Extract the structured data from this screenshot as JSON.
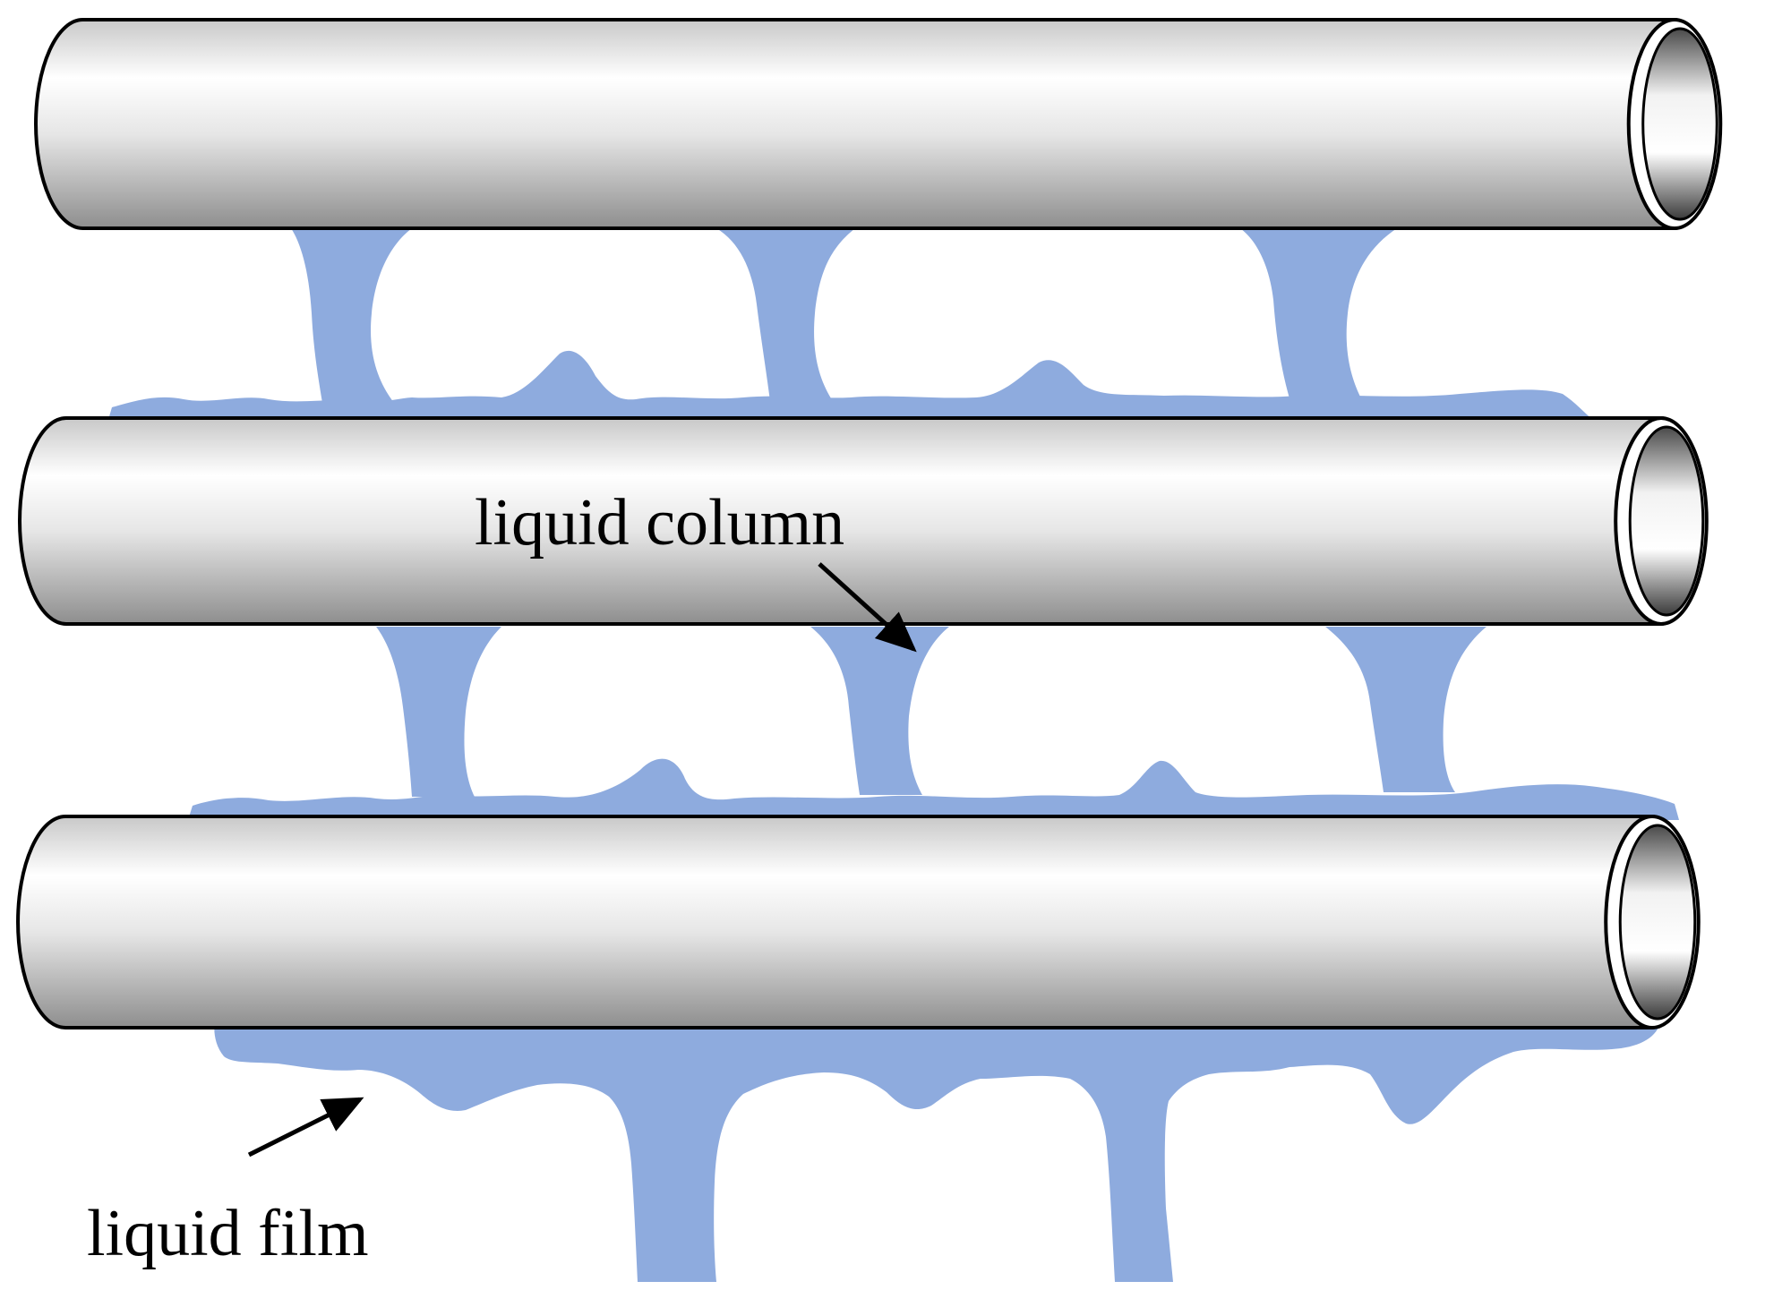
{
  "diagram": {
    "labels": {
      "liquid_column": "liquid column",
      "liquid_film": "liquid film"
    },
    "colors": {
      "liquid": "#8eabde",
      "tube_outline": "#000000",
      "tube_light": "#ffffff",
      "tube_dark": "#8a8a8a",
      "background": "#ffffff"
    },
    "tube_count": 3
  }
}
